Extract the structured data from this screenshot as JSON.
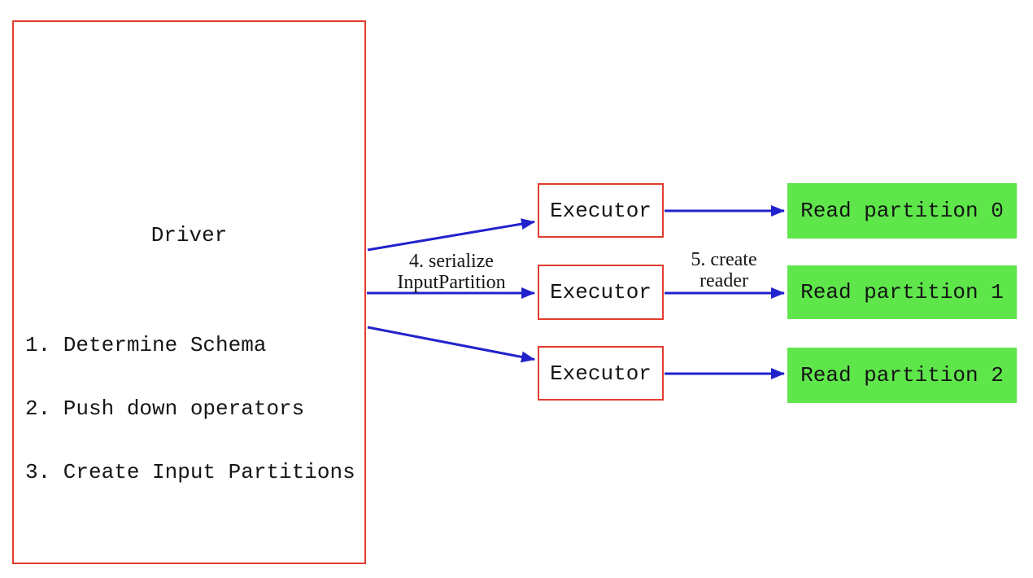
{
  "diagram": {
    "driver": {
      "title": "Driver",
      "steps": [
        "1. Determine Schema",
        "2. Push down operators",
        "3. Create Input Partitions"
      ]
    },
    "executors": [
      {
        "label": "Executor"
      },
      {
        "label": "Executor"
      },
      {
        "label": "Executor"
      }
    ],
    "partitions": [
      {
        "label": "Read partition 0"
      },
      {
        "label": "Read partition 1"
      },
      {
        "label": "Read partition 2"
      }
    ],
    "edge_labels": {
      "serialize": {
        "line1": "4. serialize",
        "line2": "InputPartition"
      },
      "create_reader": {
        "line1": "5. create",
        "line2": "reader"
      }
    },
    "colors": {
      "box_border_red": "#e23c30",
      "arrow_blue": "#2222cc",
      "partition_green": "#5ee64a",
      "text_black": "#151515",
      "background": "#ffffff"
    }
  }
}
